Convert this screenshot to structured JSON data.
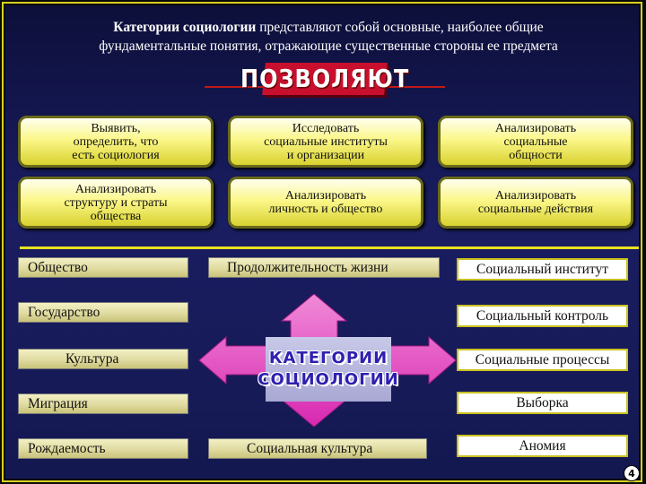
{
  "title": {
    "bold": "Категории социологии",
    "line1_rest": " представляют собой основные, наиболее общие",
    "line2": "фундаментальные понятия, отражающие существенные стороны ее предмета"
  },
  "banner": "ПОЗВОЛЯЮТ",
  "yellow_boxes": [
    {
      "lines": [
        "Выявить,",
        "определить, что",
        "есть социология"
      ]
    },
    {
      "lines": [
        "Исследовать",
        "социальные институты",
        "и организации"
      ]
    },
    {
      "lines": [
        "Анализировать",
        "социальные",
        "общности"
      ]
    },
    {
      "lines": [
        "Анализировать",
        "структуру и страты",
        "общества"
      ]
    },
    {
      "lines": [
        "Анализировать",
        "личность и общество"
      ]
    },
    {
      "lines": [
        "Анализировать",
        "социальные действия"
      ]
    }
  ],
  "left_items": [
    "Общество",
    "Государство",
    "Культура",
    "Миграция",
    "Рождаемость"
  ],
  "middle_items": [
    "Продолжительность жизни",
    "Социальная культура"
  ],
  "right_items": [
    "Социальный институт",
    "Социальный контроль",
    "Социальные процессы",
    "Выборка",
    "Аномия"
  ],
  "center": {
    "line1": "КАТЕГОРИИ",
    "line2": "СОЦИОЛОГИИ"
  },
  "page_number": "4",
  "colors": {
    "banner": "#c8102e",
    "arrow": "#e040c0",
    "frame": "#d8d020",
    "background": "#141850"
  }
}
